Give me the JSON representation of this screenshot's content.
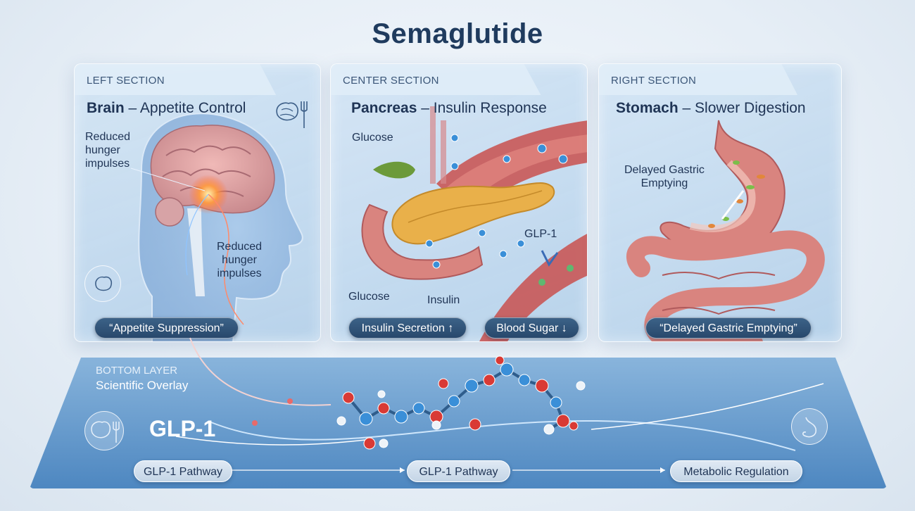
{
  "title": "Semaglutide",
  "left": {
    "tag": "LEFT SECTION",
    "heading_bold": "Brain",
    "heading_rest": " – Appetite Control",
    "annot_top": [
      "Reduced",
      "hunger",
      "impulses"
    ],
    "annot_mid": [
      "Reduced",
      "hunger",
      "impulses"
    ],
    "pill": "“Appetite Suppression”",
    "icons": [
      "brain-icon",
      "fork-icon"
    ]
  },
  "center": {
    "tag": "CENTER SECTION",
    "heading_bold": "Pancreas",
    "heading_rest": " – Insulin Response",
    "label_glucose_top": "Glucose",
    "label_glucose_bottom": "Glucose",
    "label_insulin": "Insulin",
    "label_glp1": "GLP-1",
    "pill_left": "Insulin Secretion ↑",
    "pill_right": "Blood Sugar ↓"
  },
  "right": {
    "tag": "RIGHT SECTION",
    "heading_bold": "Stomach",
    "heading_rest": " – Slower Digestion",
    "annot": [
      "Delayed Gastric",
      "Emptying"
    ],
    "pill": "“Delayed Gastric Emptying”"
  },
  "bottom": {
    "tag": "BOTTOM LAYER",
    "subtitle": "Scientific Overlay",
    "glp": "GLP-1",
    "flow": [
      "GLP-1 Pathway",
      "GLP-1 Pathway",
      "Metabolic Regulation"
    ],
    "icons": [
      "brain-fork-icon",
      "stomach-icon"
    ]
  },
  "colors": {
    "title": "#1f3b5e",
    "pill_dark": "#2f5276",
    "vessel": "#c9504e",
    "pancreas": "#e9b04a",
    "stomach": "#d9847f",
    "atom_red": "#d93a35",
    "atom_blue": "#3a8fd8",
    "atom_white": "#eef3f8"
  }
}
